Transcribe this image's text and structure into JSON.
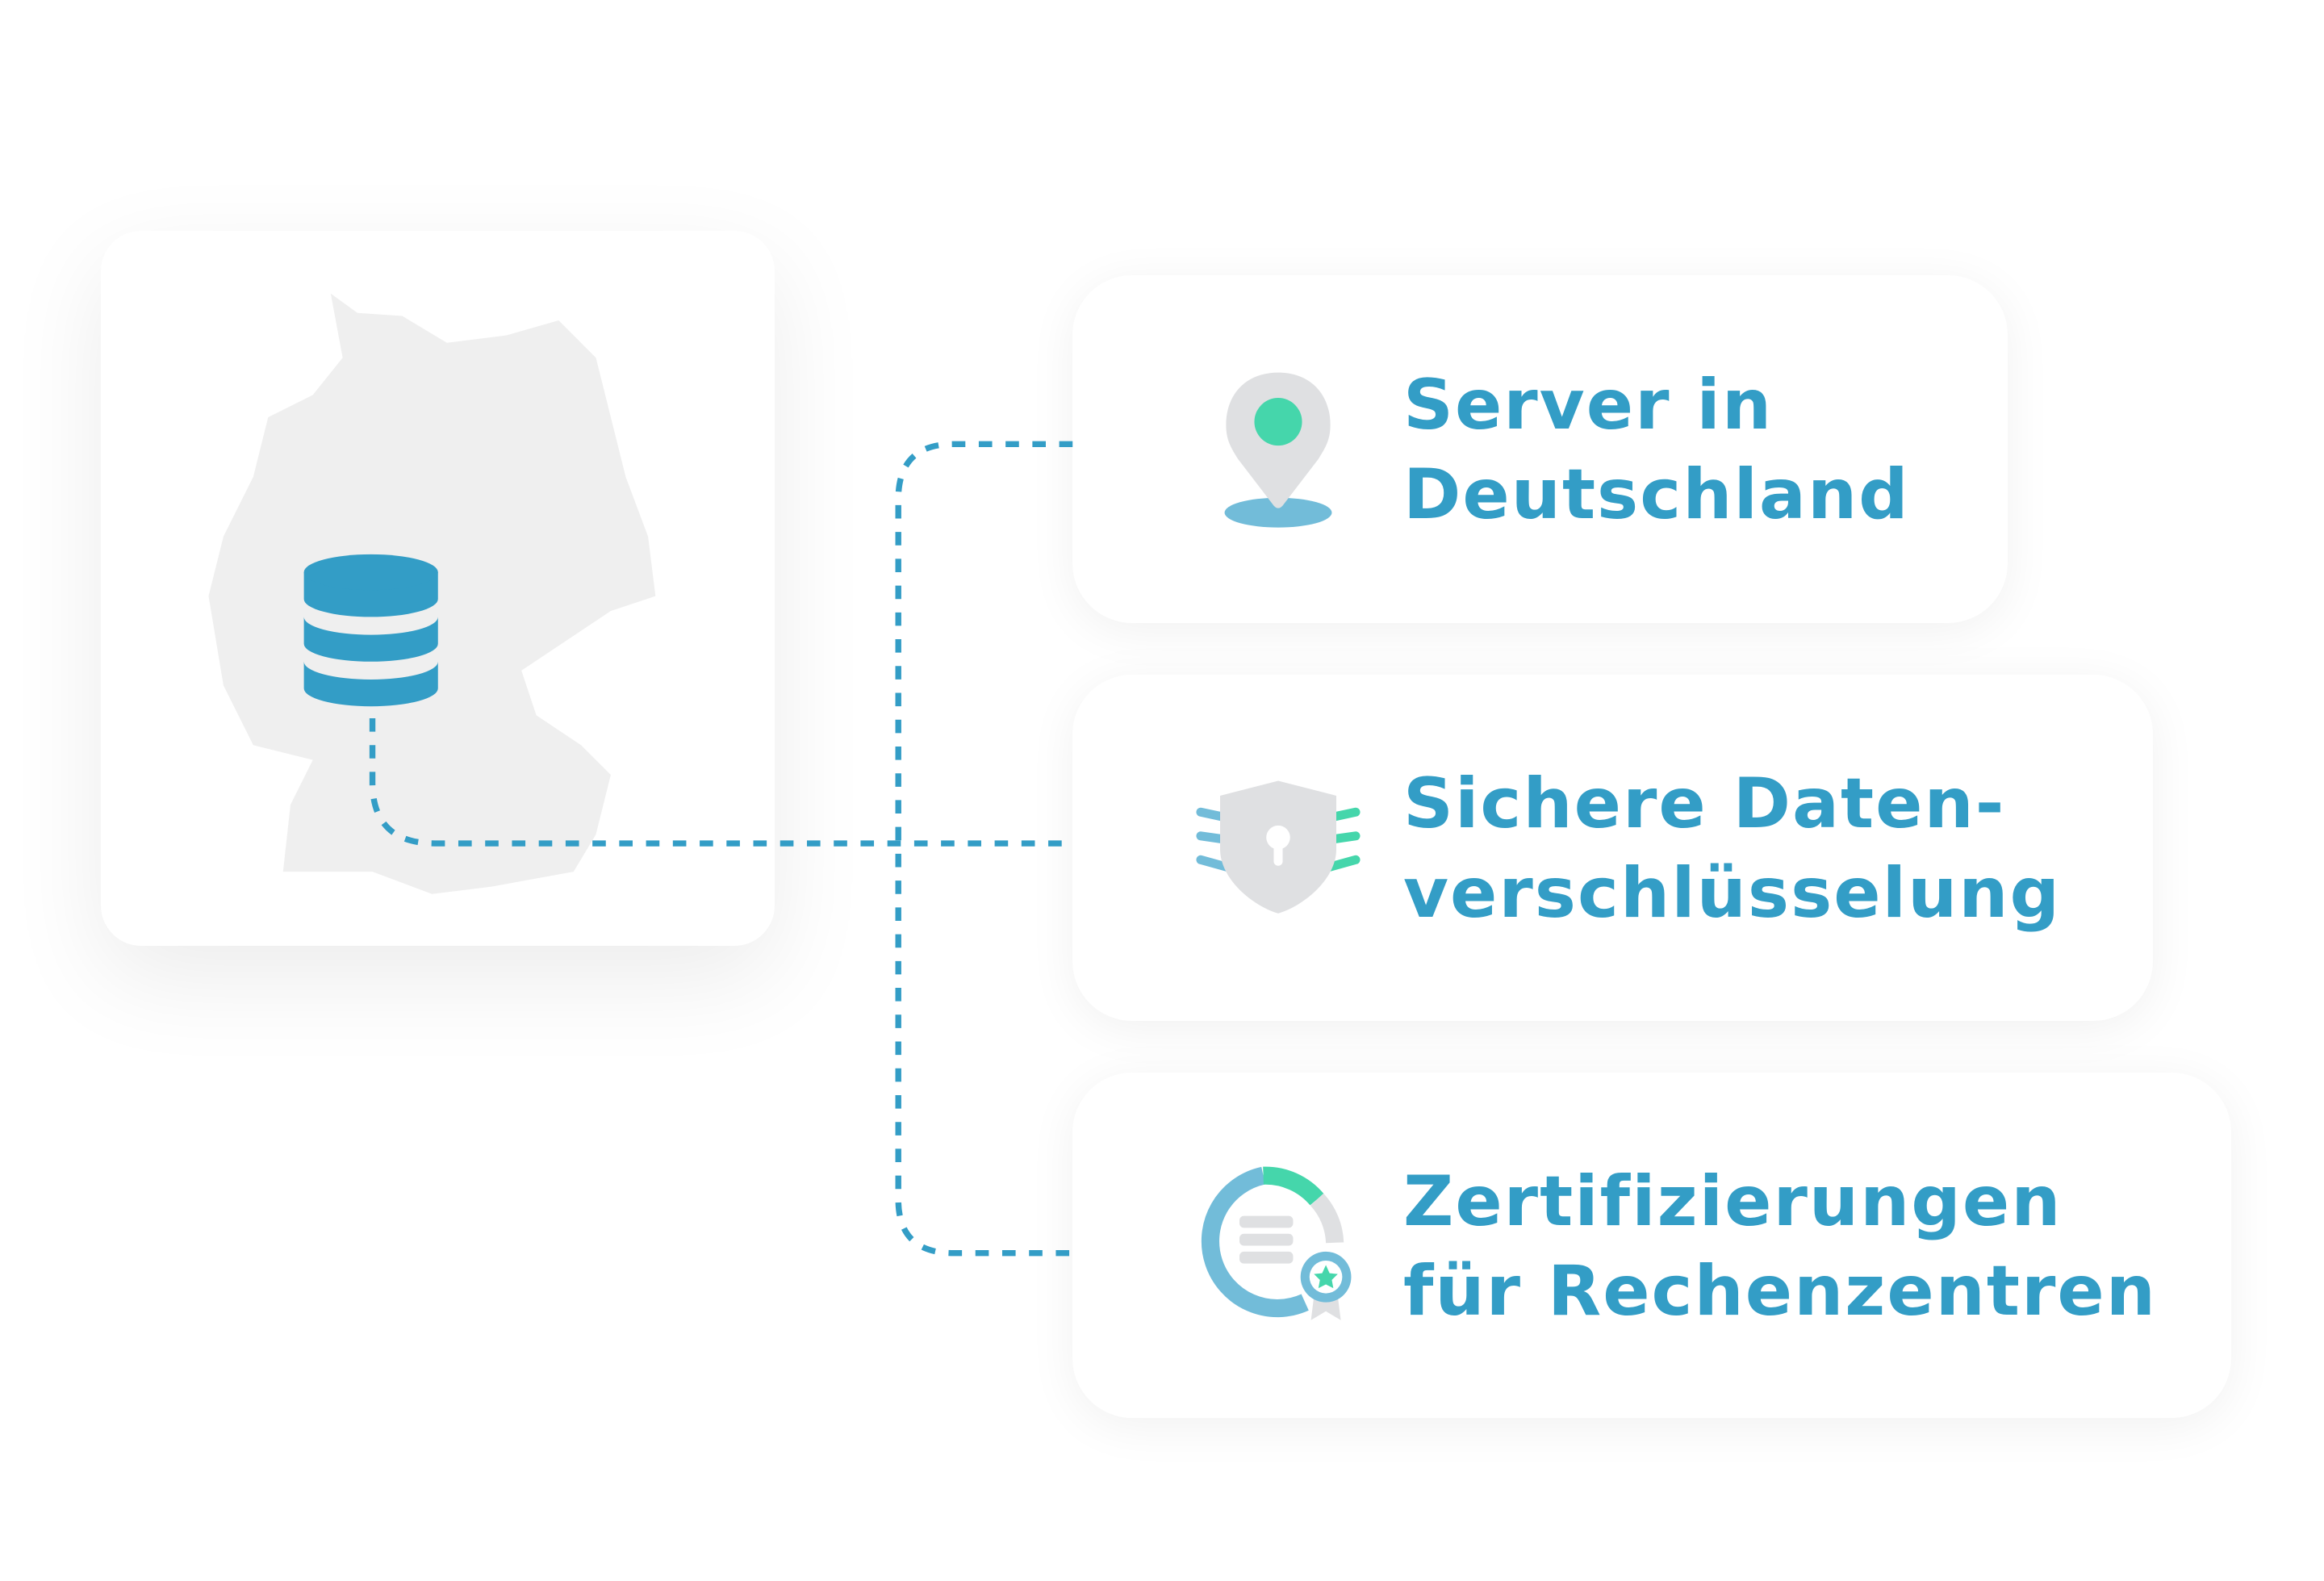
{
  "colors": {
    "primary": "#339dc6",
    "accent": "#45d6ab",
    "light_blue": "#72bcd9",
    "grey": "#dfe0e2",
    "map": "#efefef"
  },
  "features": [
    {
      "line1": "Server in",
      "line2": "Deutschland",
      "icon": "map-pin-icon"
    },
    {
      "line1": "Sichere Daten-",
      "line2": "verschlüsselung",
      "icon": "shield-lock-icon"
    },
    {
      "line1": "Zertifizierungen",
      "line2": "für Rechenzentren",
      "icon": "certified-server-icon"
    }
  ],
  "source": {
    "icon": "database-icon",
    "map": "germany-map"
  }
}
